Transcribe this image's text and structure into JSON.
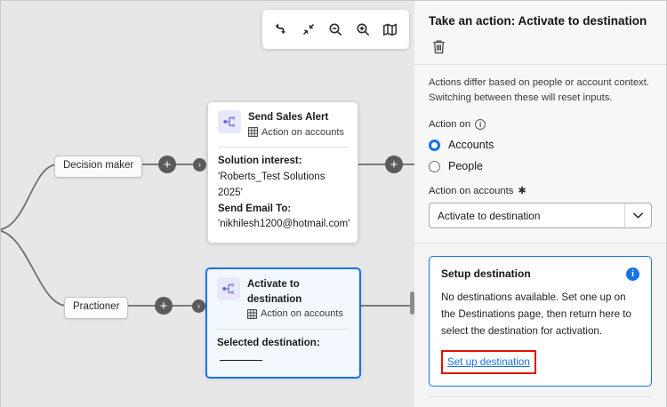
{
  "canvas": {
    "toolbar": {
      "buttons": [
        {
          "name": "undo-icon",
          "label": "Undo"
        },
        {
          "name": "collapse-icon",
          "label": "Fit to view"
        },
        {
          "name": "zoom-out-icon",
          "label": "Zoom out"
        },
        {
          "name": "zoom-in-icon",
          "label": "Zoom in"
        },
        {
          "name": "map-icon",
          "label": "Minimap"
        }
      ]
    },
    "branches": [
      {
        "label": "Decision maker"
      },
      {
        "label": "Practioner"
      }
    ],
    "plus_label": "+",
    "chevron_label": "›",
    "cards": [
      {
        "title": "Send Sales Alert",
        "subtitle": "Action on accounts",
        "icon": "action-node-icon",
        "fields": [
          {
            "label": "Solution interest:",
            "value": " 'Roberts_Test Solutions 2025'"
          },
          {
            "label": "Send Email To:",
            "value": "'nikhilesh1200@hotmail.com'"
          }
        ]
      },
      {
        "title": "Activate to destination",
        "subtitle": "Action on accounts",
        "icon": "action-node-icon",
        "fields": [
          {
            "label": "Selected destination:",
            "value": ""
          }
        ]
      }
    ]
  },
  "panel": {
    "title": "Take an action: Activate to destination",
    "delete_icon": "trash-icon",
    "hint": "Actions differ based on people or account context. Switching between these will reset inputs.",
    "action_on_label": "Action on",
    "action_on_info_icon": "info-icon",
    "radios": [
      {
        "label": "Accounts",
        "checked": true
      },
      {
        "label": "People",
        "checked": false
      }
    ],
    "select_label": "Action on accounts",
    "required_marker": "✱",
    "select_value": "Activate to destination",
    "select_arrow": "⌄",
    "callout": {
      "title": "Setup destination",
      "info_badge": "i",
      "body": "No destinations available. Set one up on the Destinations page, then return here to select the destination for activation.",
      "link": "Set up destination",
      "highlight_color": "#e31010"
    }
  },
  "colors": {
    "accent_blue": "#1473e6",
    "canvas_bg": "#e7e7e7",
    "panel_bg": "#f4f4f4",
    "node_icon_bg": "#e8e8fb",
    "connector_gray": "#5b5b5b",
    "highlight_red": "#e31010"
  }
}
